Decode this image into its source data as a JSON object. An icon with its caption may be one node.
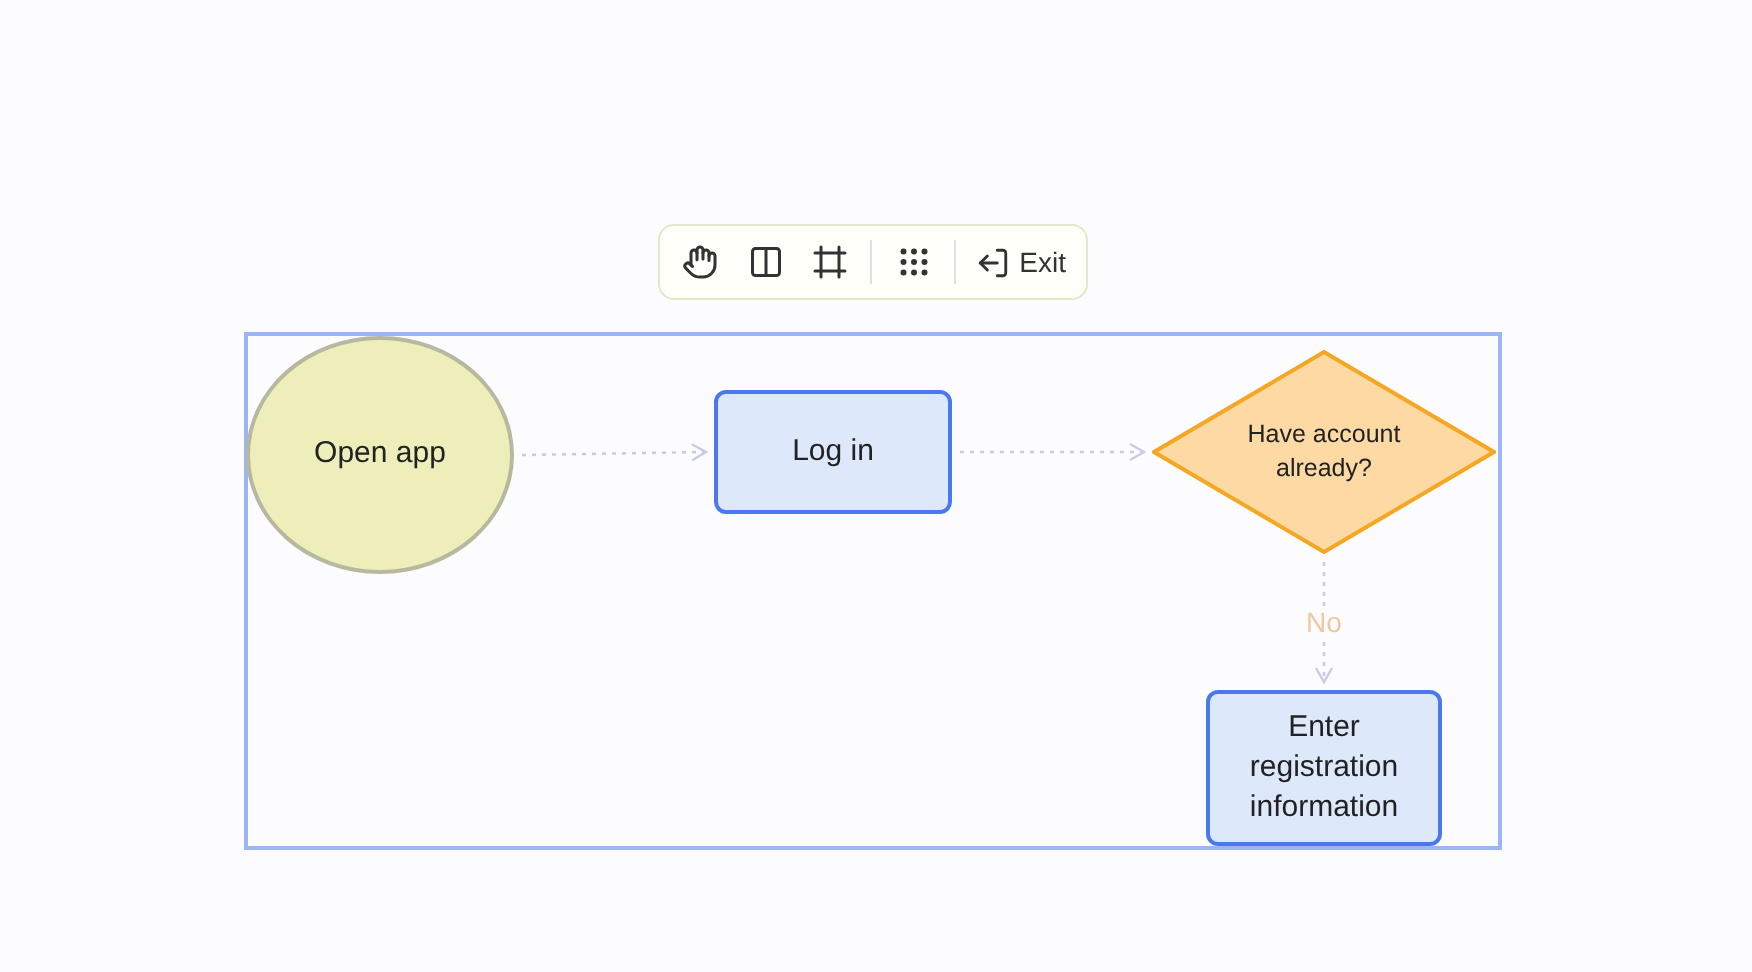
{
  "diagram": {
    "nodes": [
      {
        "text": [
          "Open app"
        ]
      },
      {
        "text": [
          "Log in"
        ]
      },
      {
        "text": [
          "Have account already?"
        ]
      },
      {
        "text": [
          "Enter registration information"
        ]
      }
    ],
    "edges": [
      {
        "from": 0,
        "to": 1,
        "arrow": "to",
        "style": "dashed"
      },
      {
        "from": 1,
        "to": 2,
        "arrow": "to",
        "style": "dashed"
      },
      {
        "from": 2,
        "to": 3,
        "arrow": "to",
        "style": "dashed",
        "label": "No"
      }
    ],
    "labels": [
      "Exit"
    ]
  }
}
